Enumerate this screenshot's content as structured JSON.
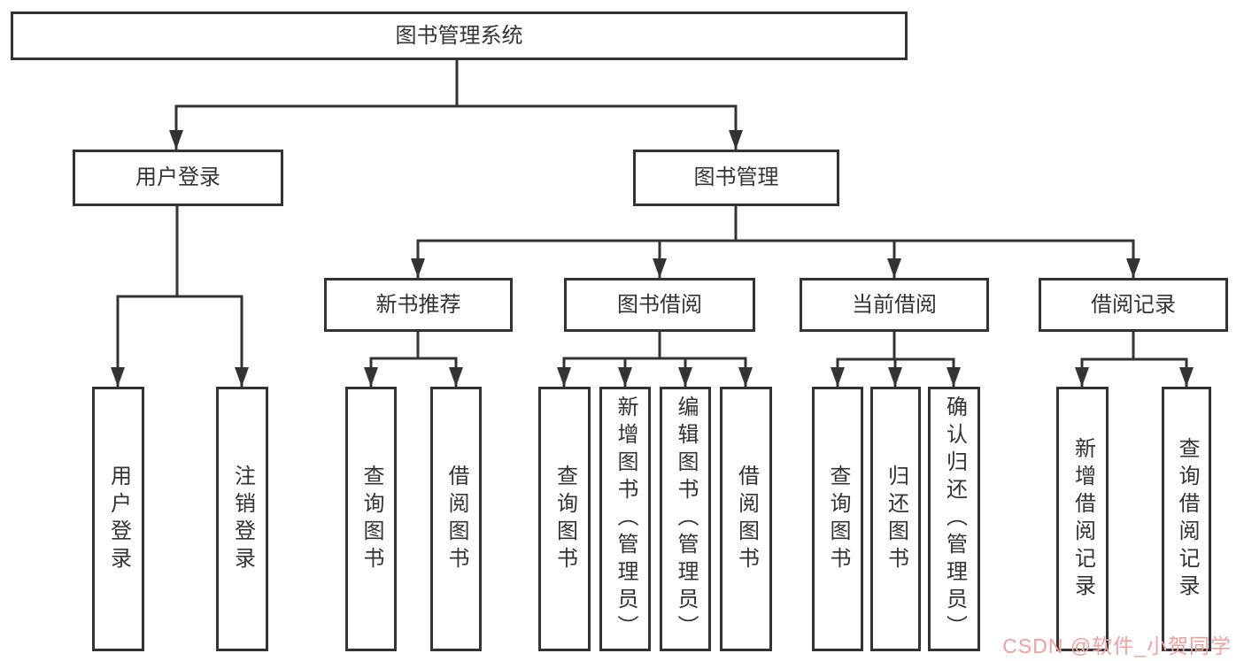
{
  "tree": {
    "root": {
      "label": "图书管理系统"
    },
    "branches": [
      {
        "label": "用户登录",
        "children": [
          {
            "label": "用户登录"
          },
          {
            "label": "注销登录"
          }
        ]
      },
      {
        "label": "图书管理",
        "children": [
          {
            "label": "新书推荐",
            "children": [
              {
                "label": "查询图书"
              },
              {
                "label": "借阅图书"
              }
            ]
          },
          {
            "label": "图书借阅",
            "children": [
              {
                "label": "查询图书"
              },
              {
                "label": "新增图书（管理员）"
              },
              {
                "label": "编辑图书（管理员）"
              },
              {
                "label": "借阅图书"
              }
            ]
          },
          {
            "label": "当前借阅",
            "children": [
              {
                "label": "查询图书"
              },
              {
                "label": "归还图书"
              },
              {
                "label": "确认归还（管理员）"
              }
            ]
          },
          {
            "label": "借阅记录",
            "children": [
              {
                "label": "新增借阅记录"
              },
              {
                "label": "查询借阅记录"
              }
            ]
          }
        ]
      }
    ]
  },
  "watermark": {
    "text": "CSDN @软件_小贺同学"
  },
  "colors": {
    "line": "#333333",
    "box_border": "#333333",
    "text": "#333333",
    "background": "#ffffff",
    "watermark": "#f19f9f"
  }
}
